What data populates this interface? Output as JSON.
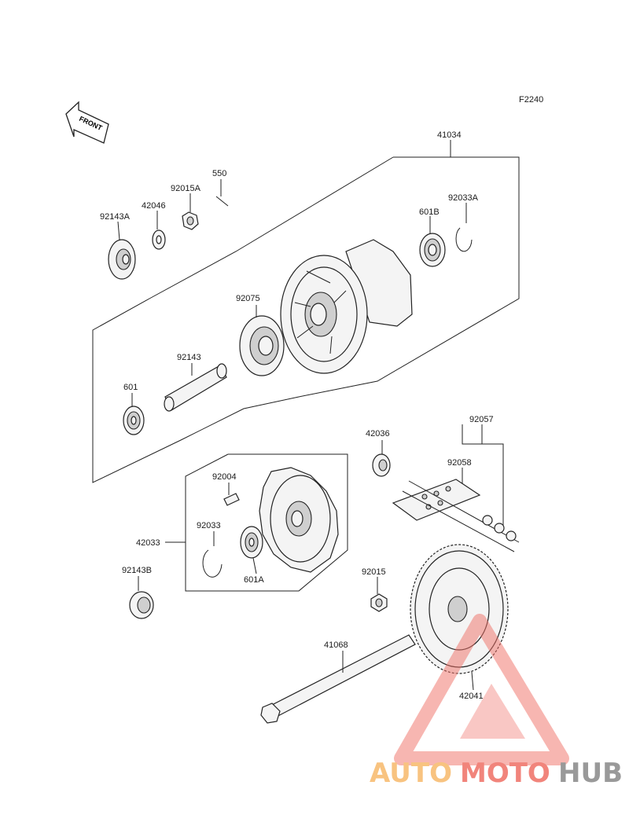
{
  "diagram_code": "F2240",
  "front_label": "FRONT",
  "watermark": {
    "part1": "AUTO",
    "part2": "MOTO",
    "part3": "HUB",
    "color1": "#f7b96a",
    "color2": "#ef6f65",
    "color3": "#888888"
  },
  "labels": {
    "p41034": "41034",
    "p550": "550",
    "p92015A": "92015A",
    "p42046": "42046",
    "p92143A": "92143A",
    "p92033A": "92033A",
    "p601B": "601B",
    "p92075": "92075",
    "p92143": "92143",
    "p601": "601",
    "p92057": "92057",
    "p42036": "42036",
    "p92058": "92058",
    "p92004": "92004",
    "p92033": "92033",
    "p42033": "42033",
    "p601A": "601A",
    "p92143B": "92143B",
    "p92015": "92015",
    "p41068": "41068",
    "p42041": "42041"
  }
}
